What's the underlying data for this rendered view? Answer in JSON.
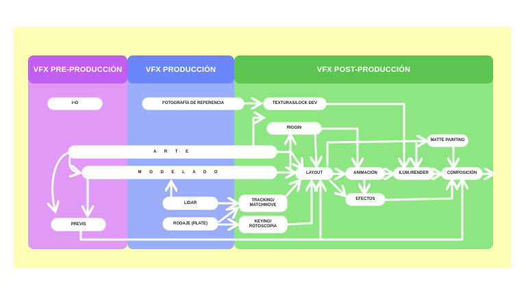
{
  "columns": {
    "pre": "VFX PRE-PRODUCCIÓN",
    "prod": "VFX PRODUCCIÓN",
    "post": "VFX POST-PRODUCCIÓN"
  },
  "nodes": {
    "id": "I+D",
    "arte": "A R T E",
    "modelado": "M O D E L A D O",
    "previs": "PREVIS",
    "foto": "FOTOGRAFÍA DE REFERENCIA",
    "lidar": "LIDAR",
    "rodaje": "RODAJE (PLATE)",
    "texturas": "TEXTURAS/LOCK DEV",
    "riggin": "RIGGIN",
    "layout": "LAYOUT",
    "animacion": "ANIMACIÓN",
    "ilum": "ILUM./RENDER",
    "composicion": "COMPOSICIÓN",
    "matte": "MATTE PAINTING",
    "efectos": "EFECTOS",
    "tracking_1": "TRACKING/",
    "tracking_2": "MATCHMOVE",
    "keying_1": "KEYING/",
    "keying_2": "ROTOSCOPIA"
  },
  "colors": {
    "board": "#fdfdb4",
    "pre_head": "#c25ef3",
    "pre_body": "#e09af5",
    "prod_head": "#6b86fa",
    "prod_body": "#9aadfb",
    "post_head": "#5cc551",
    "post_body": "#8ee683",
    "arrow": "#ffffff"
  }
}
